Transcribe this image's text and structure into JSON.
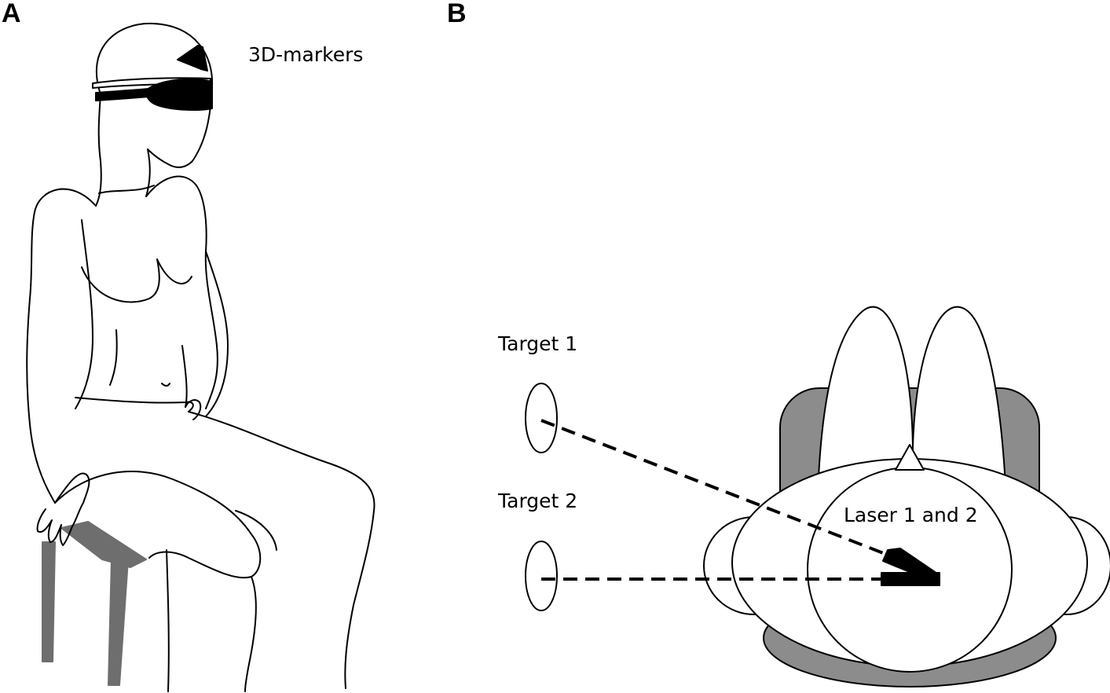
{
  "panels": {
    "a": {
      "letter": "A",
      "marker_label": "3D-markers"
    },
    "b": {
      "letter": "B",
      "target1_label": "Target 1",
      "target2_label": "Target 2",
      "laser_label": "Laser 1 and 2"
    }
  },
  "colors": {
    "ink": "#000000",
    "chair_gray": "#6e6e6e",
    "furniture_gray": "#8c8c8c",
    "background": "#ffffff"
  }
}
